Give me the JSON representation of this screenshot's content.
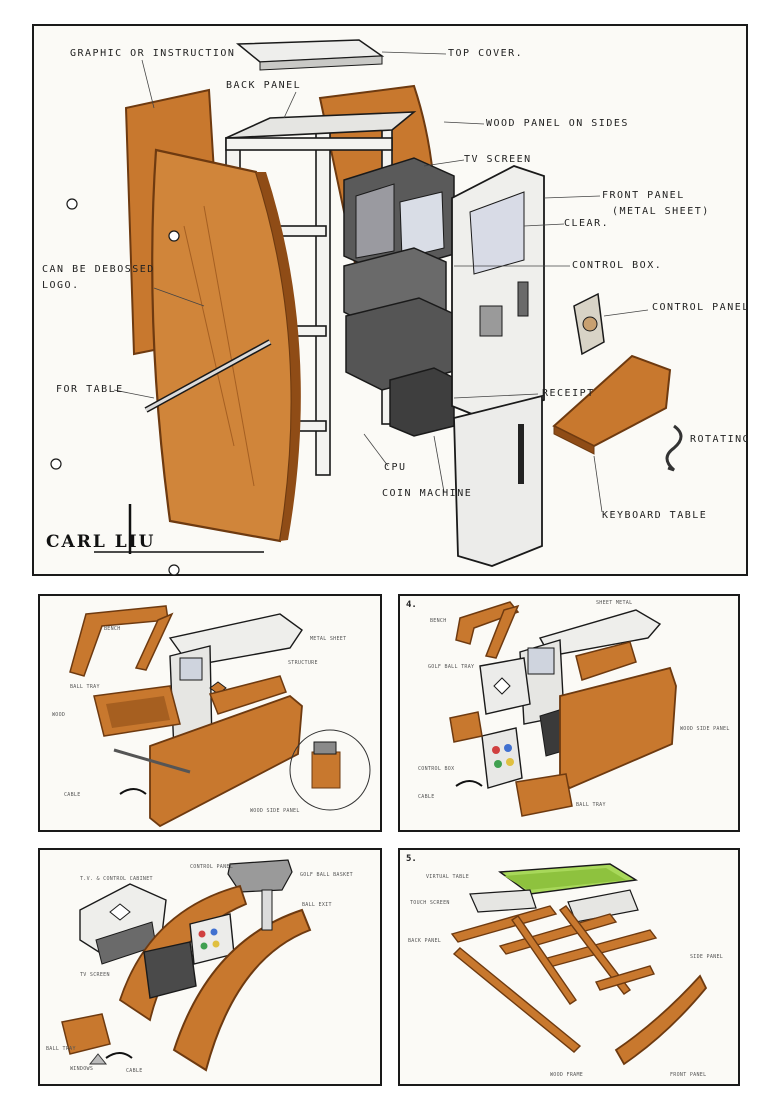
{
  "main": {
    "labels": {
      "graphic": "GRAPHIC OR INSTRUCTION",
      "top_cover": "TOP COVER.",
      "back_panel": "BACK PANEL",
      "wood_panel": "WOOD PANEL ON SIDES",
      "tv_screen": "TV SCREEN",
      "front_panel": "FRONT PANEL",
      "metal_sheet": "(METAL SHEET)",
      "clear": "CLEAR.",
      "can_be": "CAN BE DEBOSSED",
      "logo": "LOGO.",
      "control_box": "CONTROL BOX.",
      "control_panel": "CONTROL PANEL",
      "for_table": "FOR TABLE",
      "receipt": "RECEIPT",
      "rotating": "ROTATING",
      "cpu": "CPU",
      "coin_machine": "COIN MACHINE",
      "keyboard_table": "KEYBOARD TABLE"
    },
    "signature": "CARL LIU"
  },
  "panels": {
    "p1": {
      "labels": [
        "BENCH",
        "WOOD",
        "CABLE",
        "BALL TRAY",
        "METAL SHEET",
        "WOOD SIDE PANEL",
        "STRUCTURE"
      ]
    },
    "p2": {
      "number": "4.",
      "labels": [
        "BENCH",
        "SHEET METAL",
        "GOLF BALL TRAY",
        "CONTROL BOX",
        "CABLE",
        "BALL TRAY",
        "WOOD SIDE PANEL"
      ]
    },
    "p3": {
      "labels": [
        "T.V. & CONTROL CABINET",
        "CONTROL PANEL",
        "GOLF BALL BASKET",
        "BALL EXIT",
        "TV SCREEN",
        "BALL TRAY",
        "CABLE",
        "WINDOWS"
      ]
    },
    "p4": {
      "number": "5.",
      "labels": [
        "VIRTUAL TABLE",
        "TOUCH SCREEN",
        "FRONT PANEL",
        "BACK PANEL",
        "SIDE PANEL",
        "WOOD FRAME"
      ]
    }
  },
  "colors": {
    "wood": "#c8782e",
    "wood_dark": "#8f4c16",
    "metal": "#ececea",
    "device": "#4a4a4a",
    "green": "#a8d85a",
    "ink": "#1a1a1a"
  }
}
